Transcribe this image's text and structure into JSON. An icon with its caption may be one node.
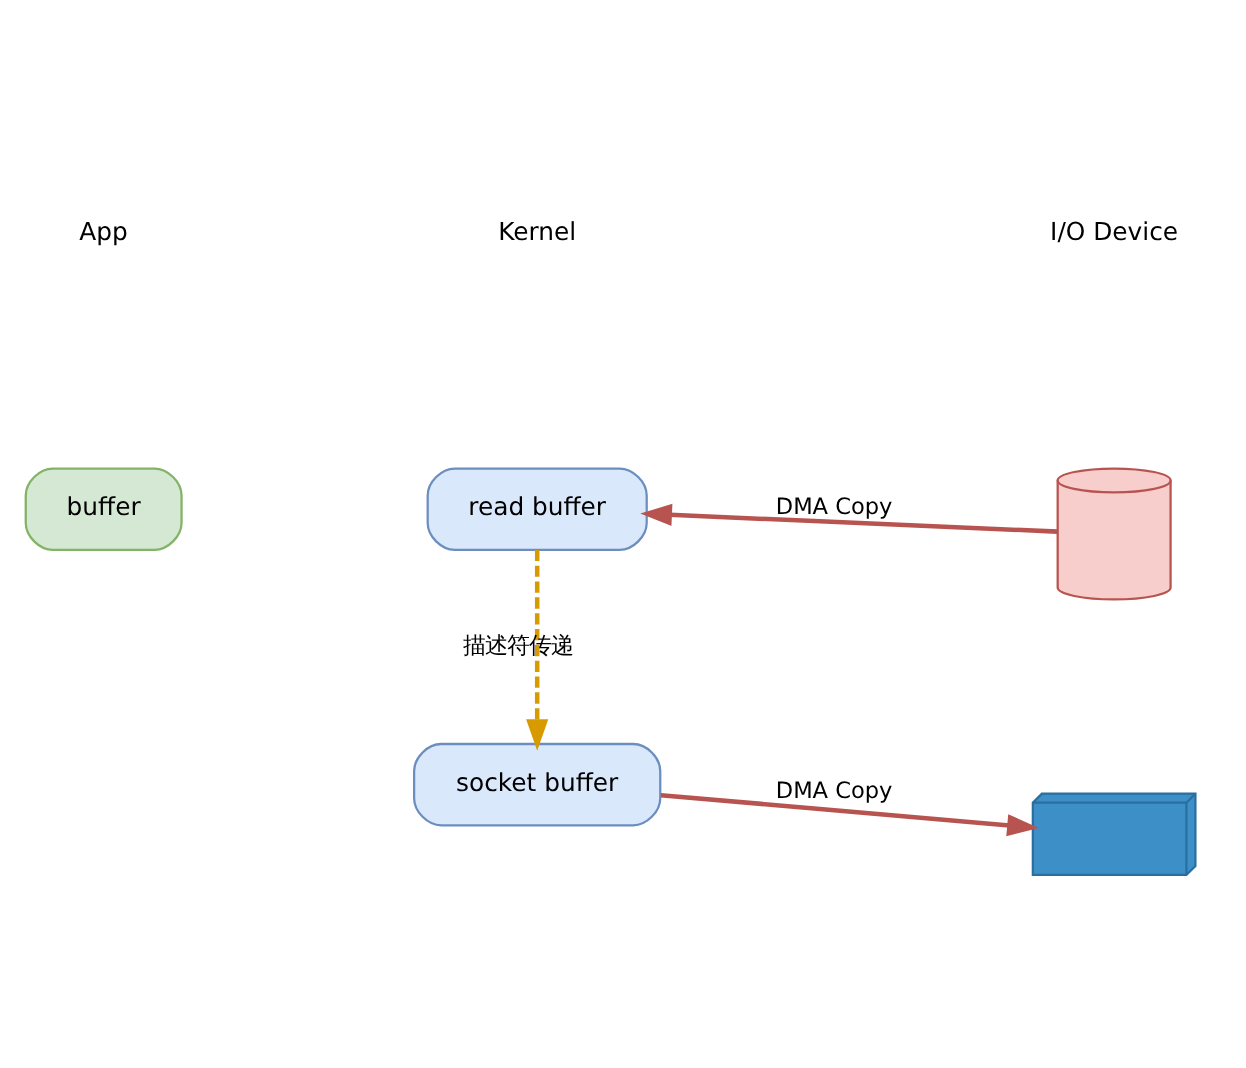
{
  "diagram": {
    "nodes": [
      {
        "text": [
          "buffer"
        ]
      },
      {
        "text": [
          "read buffer"
        ]
      },
      {
        "text": [
          "socket buffer"
        ]
      },
      {
        "text": [],
        "shape": "picture"
      },
      {
        "text": [],
        "shape": "picture"
      }
    ],
    "edges": [
      {
        "from": 3,
        "to": 1,
        "arrow": "to",
        "label": "DMA Copy"
      },
      {
        "from": 1,
        "to": 2,
        "arrow": "to",
        "label": "描述符传递",
        "style": "dashed",
        "color": "#d79b00"
      },
      {
        "from": 2,
        "to": 4,
        "arrow": "to",
        "label": "DMA Copy"
      }
    ],
    "labels": [
      "App",
      "Kernel",
      "I/O Device"
    ]
  }
}
